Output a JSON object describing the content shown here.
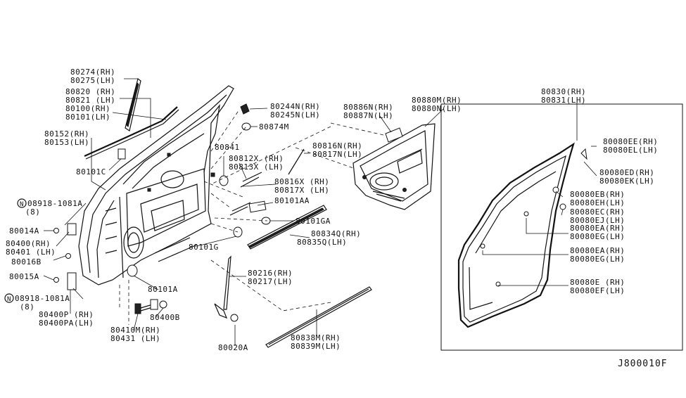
{
  "diagram_id": "J800010F",
  "labels": {
    "p80274": "80274(RH)",
    "p80275": "80275(LH)",
    "p80820": "80820 (RH)",
    "p80821": "80821 (LH)",
    "p80100": "80100(RH)",
    "p80101": "80101(LH)",
    "p80152": "80152(RH)",
    "p80153": "80153(LH)",
    "p80101C": "80101C",
    "p08918a": "08918-1081A",
    "p08918a_qty": "(8)",
    "p80014A": "80014A",
    "p80400": "80400(RH)",
    "p80401": "80401 (LH)",
    "p80016B": "80016B",
    "p80015A": "80015A",
    "p08918b": "08918-1081A",
    "p08918b_qty": "(8)",
    "p80400P": "80400P (RH)",
    "p80400PA": "80400PA(LH)",
    "p80410M": "80410M(RH)",
    "p80431": "80431 (LH)",
    "p80400B": "80400B",
    "p80101A": "80101A",
    "p80101G": "80101G",
    "p80244N": "80244N(RH)",
    "p80245N": "80245N(LH)",
    "p80874M": "80874M",
    "p80841": "80841",
    "p80812X": "80812X (RH)",
    "p80813X": "80813X (LH)",
    "p80816X": "80816X (RH)",
    "p80817X": "80817X (LH)",
    "p80816N": "80816N(RH)",
    "p80817N": "80817N(LH)",
    "p80101AA": "80101AA",
    "p80101GA": "80101GA",
    "p80834Q": "80834Q(RH)",
    "p80835Q": "80835Q(LH)",
    "p80216": "80216(RH)",
    "p80217": "80217(LH)",
    "p80020A": "80020A",
    "p80838M": "80838M(RH)",
    "p80839M": "80839M(LH)",
    "p80886N": "80886N(RH)",
    "p80887N": "80887N(LH)",
    "p80880M": "80880M(RH)",
    "p80880N": "80880N(LH)",
    "p80830": "80830(RH)",
    "p80831": "80831(LH)",
    "p80080EE": "80080EE(RH)",
    "p80080EL": "80080EL(LH)",
    "p80080ED": "80080ED(RH)",
    "p80080EK": "80080EK(LH)",
    "p80080EB": "80080EB(RH)",
    "p80080EH": "80080EH(LH)",
    "p80080EC": "80080EC(RH)",
    "p80080EJ": "80080EJ(LH)",
    "p80080EA1": "80080EA(RH)",
    "p80080EG1": "80080EG(LH)",
    "p80080EA2": "80080EA(RH)",
    "p80080EG2": "80080EG(LH)",
    "p80080E": "80080E (RH)",
    "p80080EF": "80080EF(LH)"
  }
}
